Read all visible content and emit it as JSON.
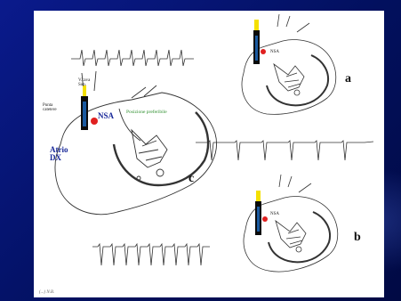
{
  "figure": {
    "top_heart": {
      "sino_label": "NSA",
      "panel_letter": "a"
    },
    "left_heart": {
      "vena_cava_label": "V.cava\nSup.",
      "catheter_tip_label": "Punta\ncatetere",
      "sino_label": "NSA",
      "preferred_position_label": "Posizione preferibile",
      "atrium_label": "Atrio\nDX"
    },
    "middle_trace": {
      "panel_letter": "c"
    },
    "bottom_heart": {
      "sino_label": "NSA",
      "panel_letter": "b"
    },
    "footer_text": "(...) N.B."
  },
  "colors": {
    "background": "#02105e",
    "panel": "#ffffff",
    "ink": "#333333",
    "catheter_tip": "#f4e000",
    "sinus_node": "#e02020",
    "label_blue": "#1a2a9a",
    "label_green": "#2f8f2f"
  }
}
